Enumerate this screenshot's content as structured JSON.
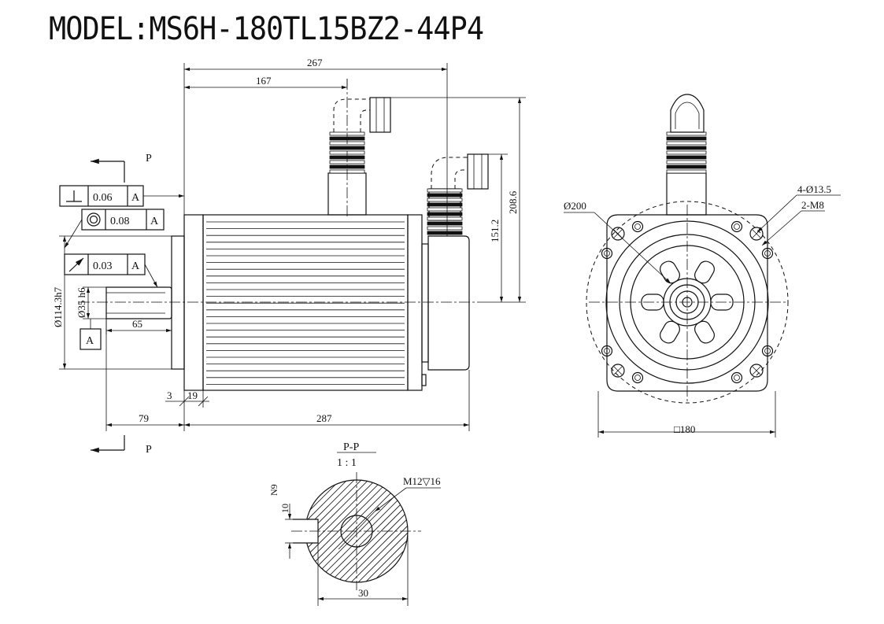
{
  "title": "MODEL:MS6H-180TL15BZ2-44P4",
  "dimensions": {
    "d267": "267",
    "d167": "167",
    "d208": "208.6",
    "d151": "151.2",
    "d114": "Ø114.3h7",
    "d35": "Ø35 h6",
    "d65": "65",
    "d79": "79",
    "d287": "287",
    "d3": "3",
    "d19": "19",
    "d200": "Ø200",
    "holes": "4-Ø13.5",
    "m8": "2-M8",
    "square": "□180",
    "n9": "N9",
    "d10": "10",
    "m12": "M12▽16",
    "d30": "30"
  },
  "tolerances": {
    "perp_value": "0.06",
    "perp_datum": "A",
    "conc_value": "0.08",
    "conc_datum": "A",
    "runout_value": "0.03",
    "runout_datum": "A",
    "datum_box": "A"
  },
  "section": {
    "arrow_label_top": "P",
    "arrow_label_bottom": "P",
    "name": "P-P",
    "scale": "1 : 1"
  }
}
